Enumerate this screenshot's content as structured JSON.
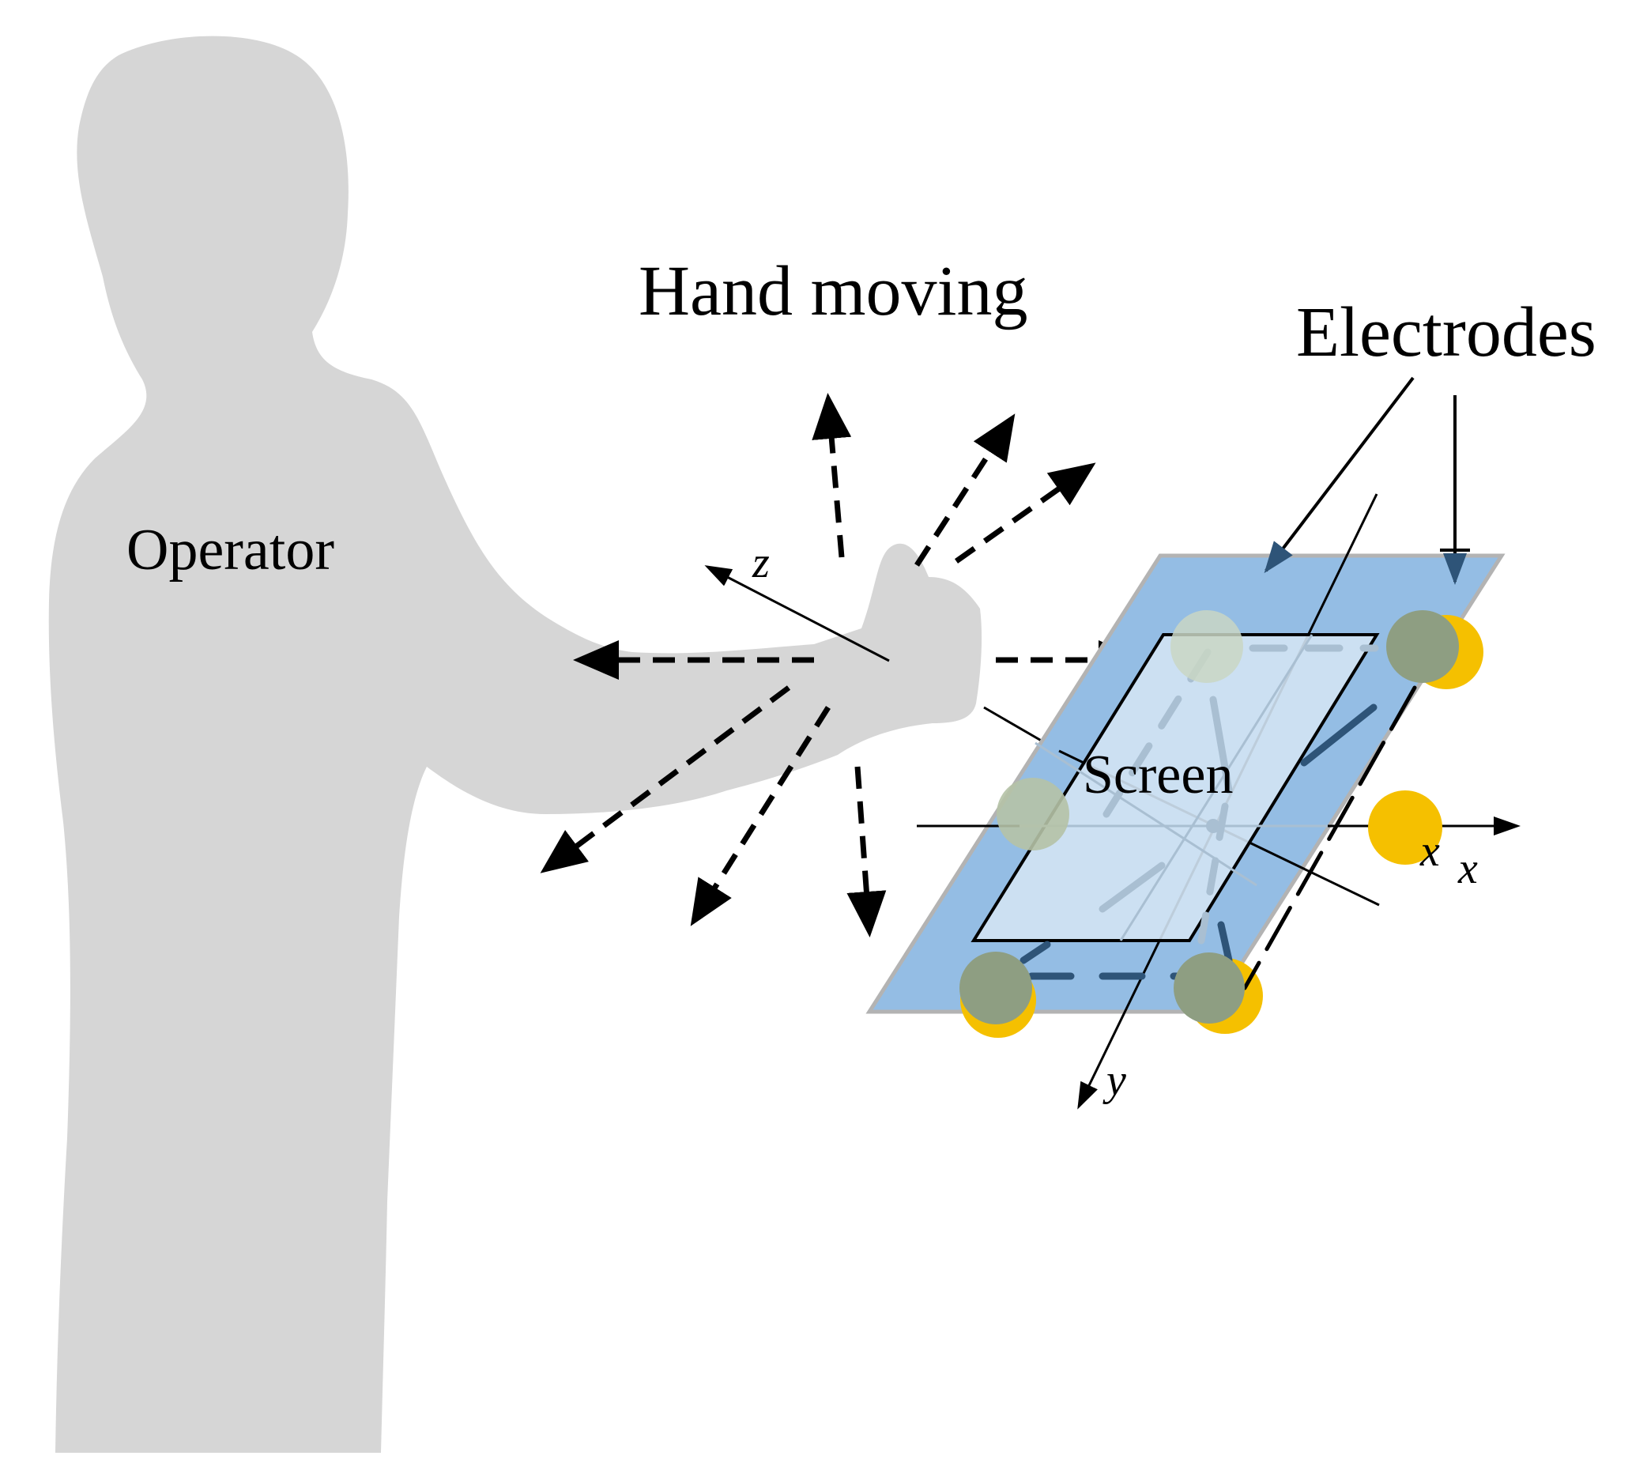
{
  "labels": {
    "operator": "Operator",
    "hand_moving": "Hand moving",
    "electrodes": "Electrodes",
    "screen": "Screen",
    "axis_z": "z",
    "axis_x_inner": "x",
    "axis_x_outer": "x",
    "axis_y": "y"
  },
  "colors": {
    "silhouette": "#d6d6d6",
    "plate": "#94bde4",
    "plate_border": "#b3b3b3",
    "screen_fill": "#d2e3f3",
    "electrode": "#f5c000",
    "electrode_hidden": "#8e9e82",
    "electrode_faded": "#c9d6c4",
    "dash_dark": "#2e5478",
    "dash_light": "#a9bfd2",
    "arrow": "#000000"
  },
  "icons": {
    "figure": "person-silhouette-icon",
    "motion": "dashed-arrow-icon"
  }
}
